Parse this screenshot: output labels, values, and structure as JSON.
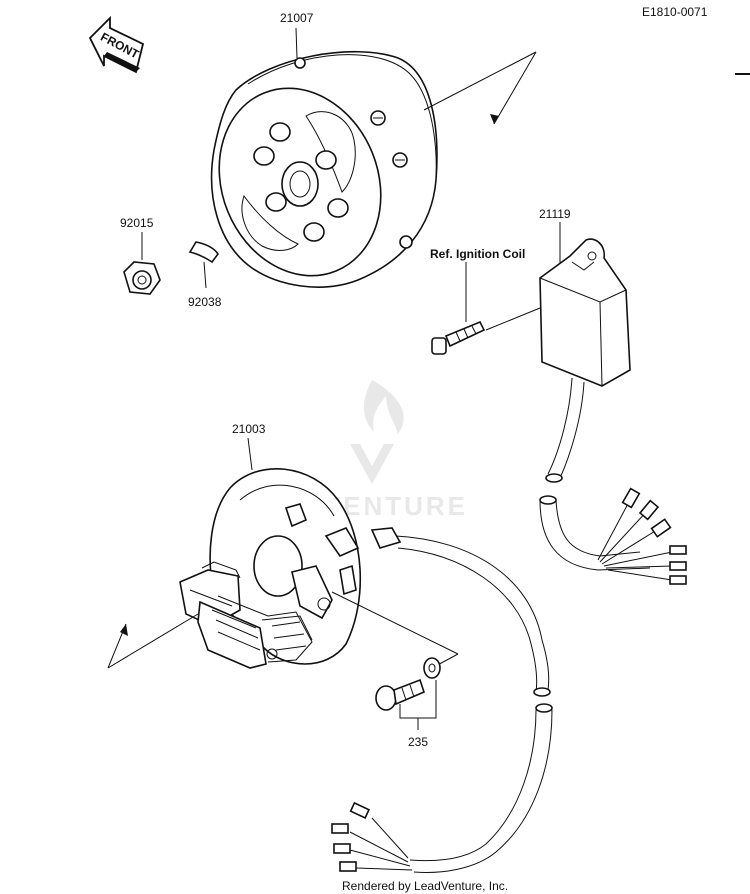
{
  "diagram_code": "E1810-0071",
  "front_marker": "FRONT",
  "parts": {
    "flywheel": "21007",
    "nut": "92015",
    "key": "92038",
    "ignition_unit": "21119",
    "stator": "21003",
    "screw": "235"
  },
  "reference_label": "Ref. Ignition Coil",
  "watermark": "LEADVENTURE",
  "footer_credit": "Rendered by LeadVenture, Inc."
}
